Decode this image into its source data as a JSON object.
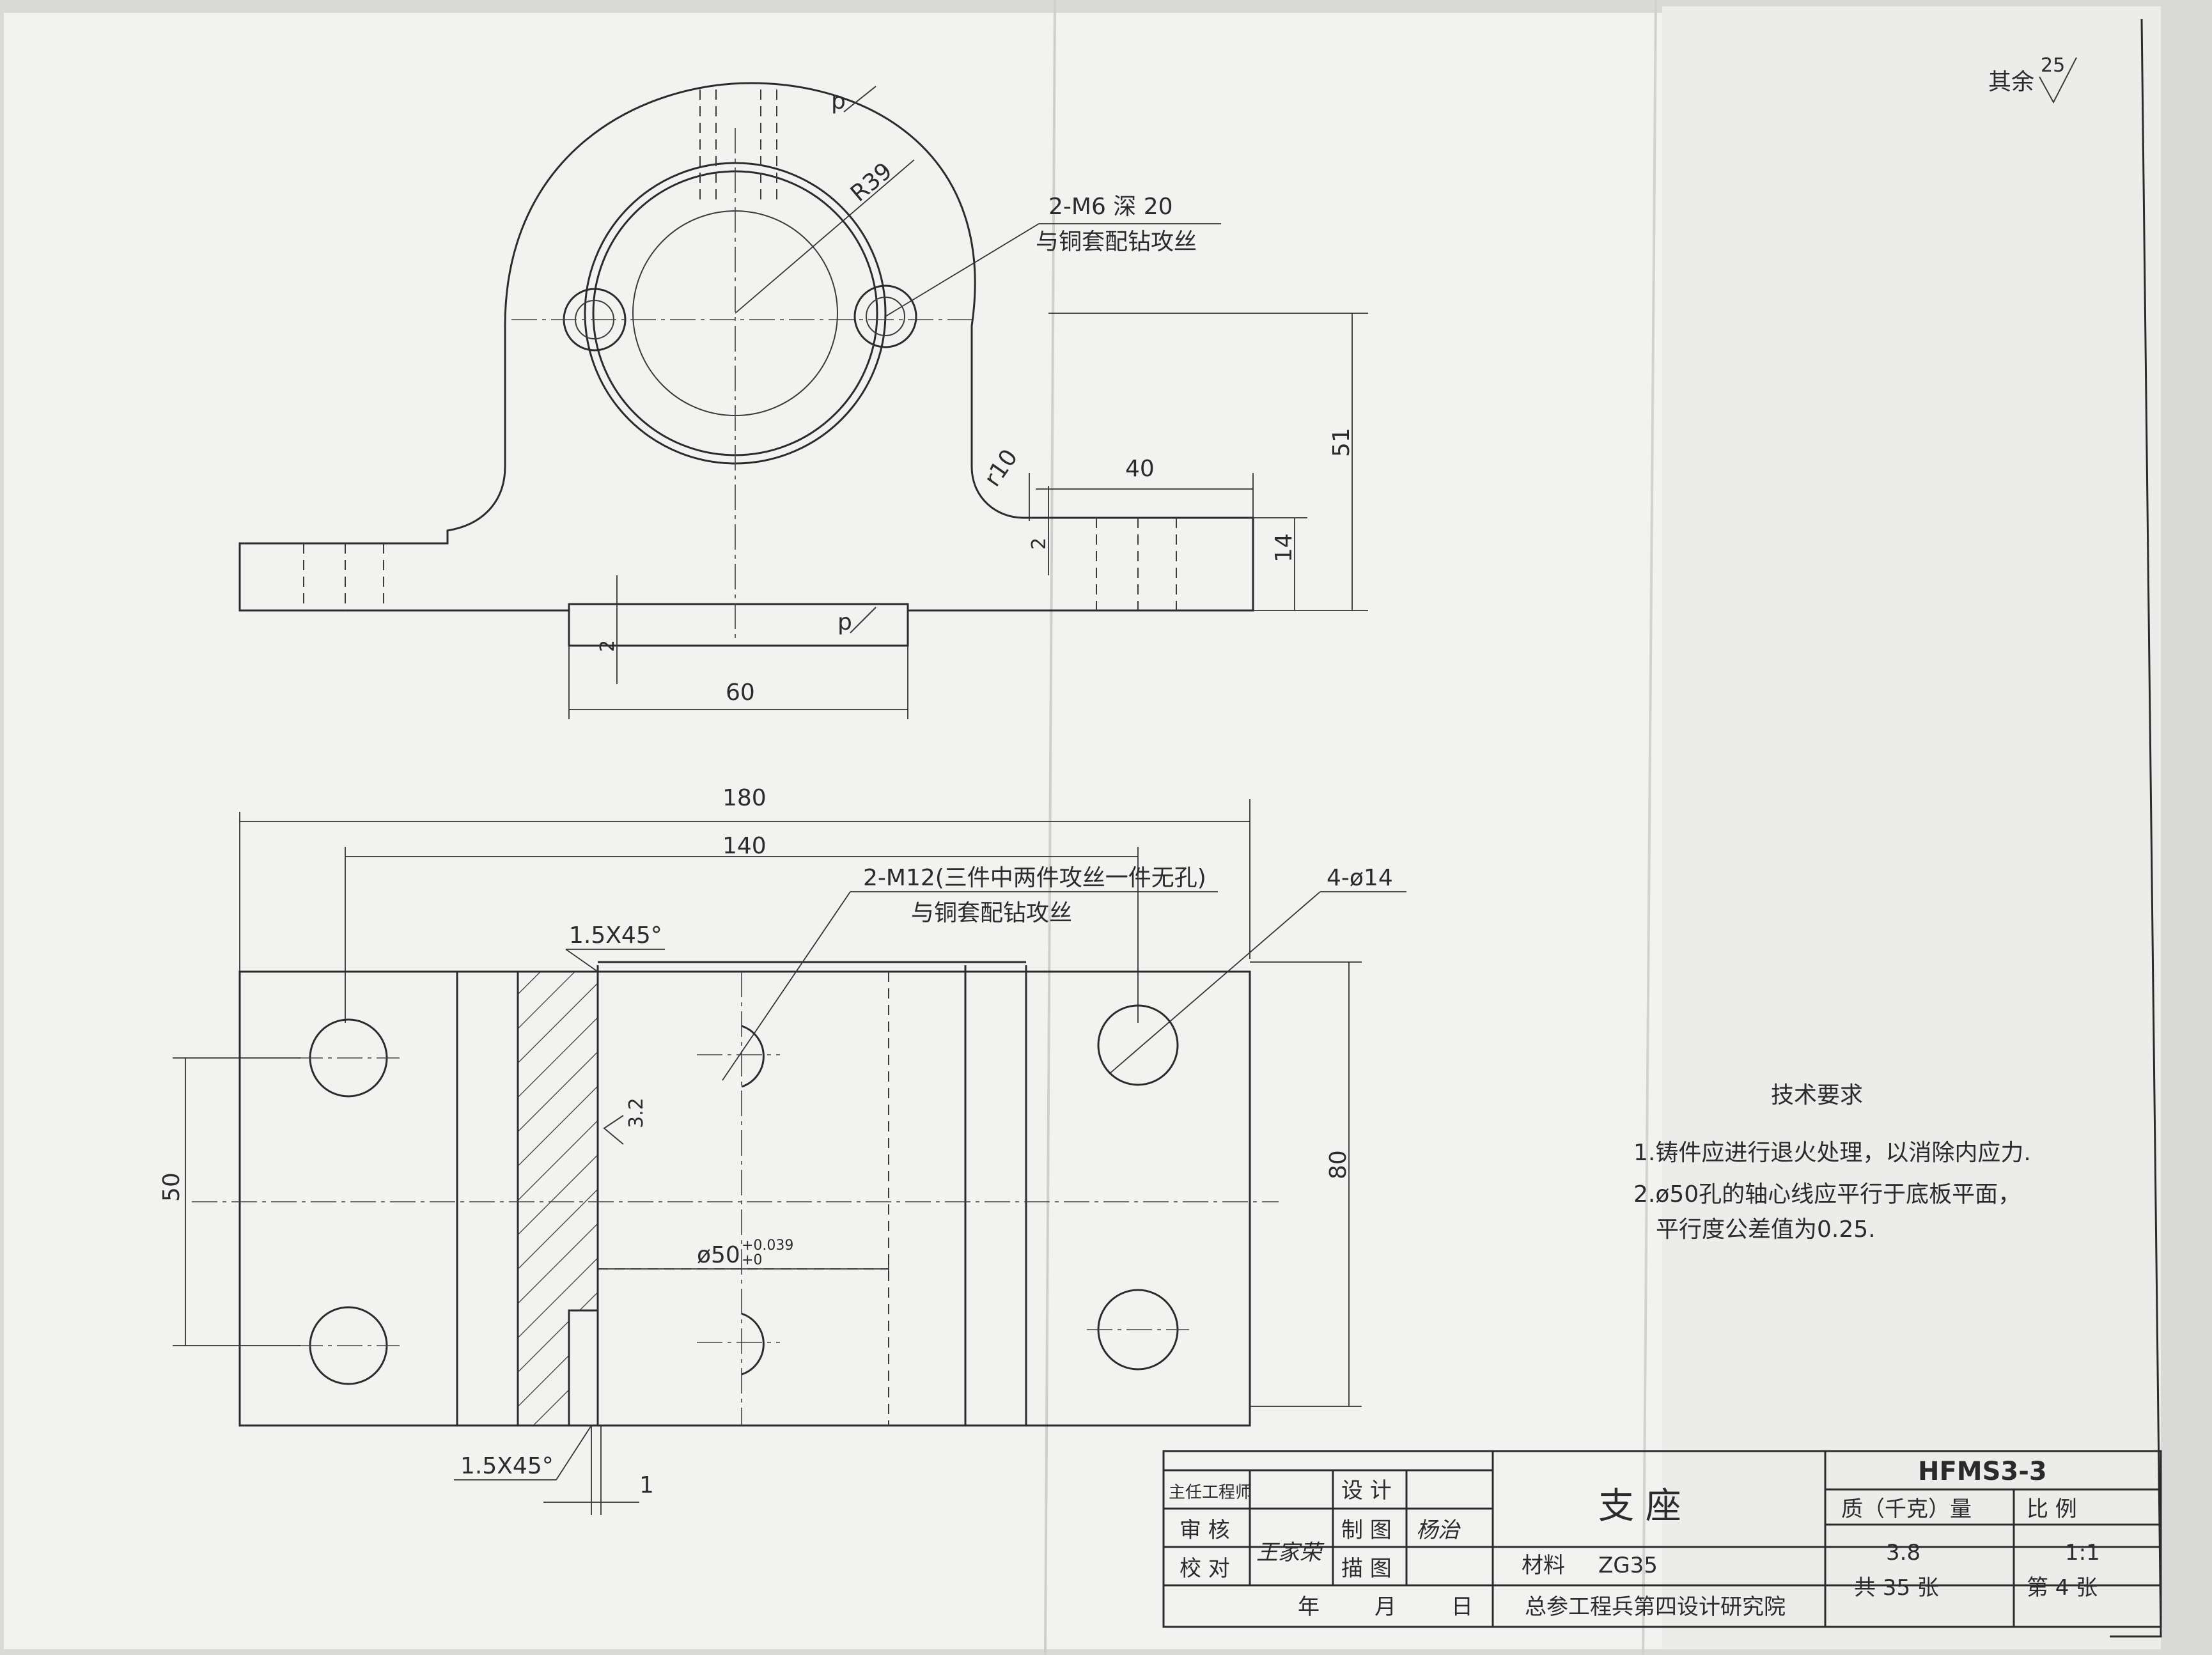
{
  "surface_finish_note": "其余",
  "surface_finish_value": "25",
  "top_view": {
    "radius_label": "R39",
    "fillet_label": "r10",
    "thread_label_line1": "2-M6 深 20",
    "thread_label_line2": "与铜套配钻攻丝",
    "dim_40": "40",
    "dim_51": "51",
    "dim_14": "14",
    "dim_2_right": "2",
    "dim_2_left": "2",
    "dim_60": "60"
  },
  "front_view": {
    "dim_180": "180",
    "dim_140": "140",
    "thread_label_line1": "2-M12(三件中两件攻丝一件无孔)",
    "thread_label_line2": "与铜套配钻攻丝",
    "holes_label": "4-ø14",
    "chamfer_top": "1.5X45°",
    "chamfer_bottom": "1.5X45°",
    "dim_1": "1",
    "dim_50": "50",
    "dim_80": "80",
    "bore_label": "ø50",
    "bore_tol_upper": "+0.039",
    "bore_tol_lower": "+0",
    "roughness_32": "3.2"
  },
  "tech_requirements": {
    "title": "技术要求",
    "item1": "1.铸件应进行退火处理，以消除内应力.",
    "item2": "2.ø50孔的轴心线应平行于底板平面，",
    "item2b": "平行度公差值为0.25."
  },
  "title_block": {
    "drawing_no": "HFMS3-3",
    "chief_engineer": "主任工程师",
    "review": "审 核",
    "check": "校 对",
    "design": "设 计",
    "drafting": "制 图",
    "tracing": "描 图",
    "date_year": "年",
    "date_month": "月",
    "date_day": "日",
    "part_name": "支    座",
    "material_label": "材料",
    "material_value": "ZG35",
    "institute": "总参工程兵第四设计研究院",
    "mass_label": "质（千克）量",
    "scale_label": "比    例",
    "mass_value": "3.8",
    "scale_value": "1:1",
    "sheets_total": "共 35 张",
    "sheet_no": "第 4 张",
    "sig_review": "王家荣",
    "sig_draft": "杨治"
  }
}
